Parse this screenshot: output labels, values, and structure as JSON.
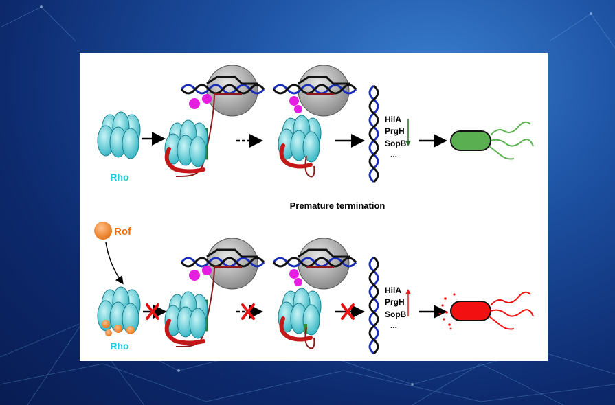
{
  "labels": {
    "rho_top": "Rho",
    "rho_bottom": "Rho",
    "rof": "Rof",
    "premature_termination": "Premature termination",
    "genes_top": [
      "HilA",
      "PrgH",
      "SopB",
      "..."
    ],
    "genes_bottom": [
      "HilA",
      "PrgH",
      "SopB",
      "..."
    ]
  },
  "colors": {
    "rho_subunit": "#5fd0d8",
    "rof": "#f08a3a",
    "rnap": "#9a9a9a",
    "dna_strand_a": "#1a2fb8",
    "dna_strand_b": "#111111",
    "rna": "#8b1a1a",
    "sigma_factor": "#e51ee0",
    "cell_top": "#5ab050",
    "cell_bottom": "#f21010",
    "arrow_down": "#2f6b2f",
    "arrow_up": "#e02020",
    "block_x": "#e51414"
  }
}
